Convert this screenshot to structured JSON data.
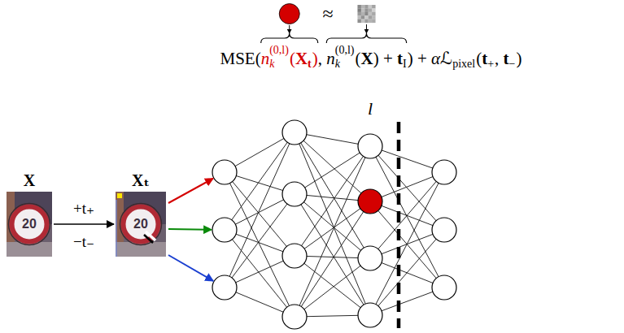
{
  "diagram": {
    "nodes": [
      {
        "text": [
          "X"
        ]
      },
      {
        "text": [
          "Xₜ"
        ]
      }
    ],
    "edges": [
      {
        "from": 0,
        "to": 1,
        "arrow": "to",
        "label": "+t₊"
      }
    ],
    "labels": [
      "−t₋",
      "20",
      "20",
      "≈",
      "MSE(",
      "n",
      "(0,l)",
      "k",
      "(",
      "X",
      "t",
      ")",
      ", ",
      "n",
      "(0,l)",
      "k",
      "(",
      "X",
      ") + ",
      "t",
      "I",
      ") + ",
      "α",
      "ℒ",
      "pixel",
      "(",
      "t",
      "+",
      ", ",
      "t",
      "−",
      ")",
      "l"
    ]
  }
}
